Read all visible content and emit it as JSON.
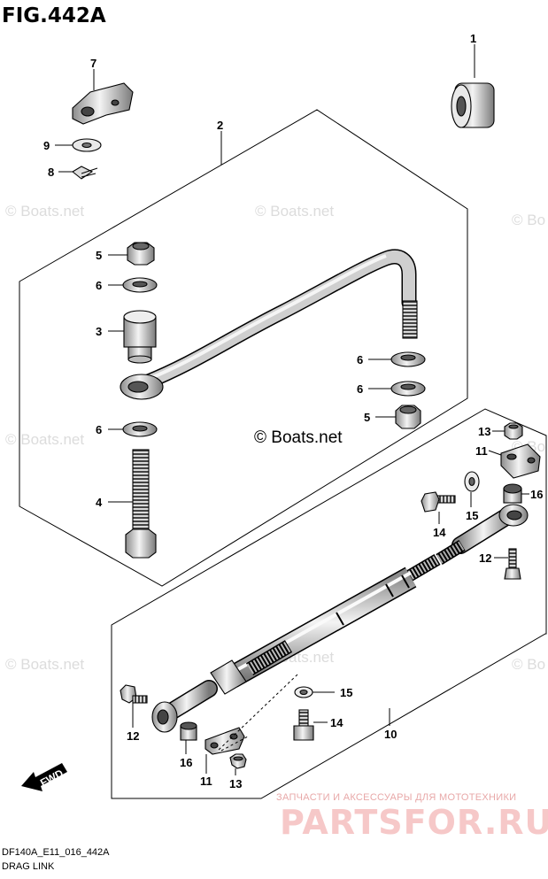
{
  "figure": {
    "title": "FIG.442A",
    "code": "DF140A_E11_016_442A",
    "name": "DRAG LINK"
  },
  "watermark": {
    "text": "© Boats.net",
    "center_text": "© Boats.net",
    "partial_text": "© Bo"
  },
  "callouts": [
    "1",
    "2",
    "3",
    "4",
    "5",
    "6",
    "7",
    "8",
    "9",
    "10",
    "11",
    "12",
    "13",
    "14",
    "15",
    "16"
  ],
  "shop": {
    "subtitle": "ЗАПЧАСТИ И АКСЕССУАРЫ ДЛЯ МОТОТЕХНИКИ",
    "logo": "PARTSFOR.RU"
  },
  "fwd_label": "FWD"
}
